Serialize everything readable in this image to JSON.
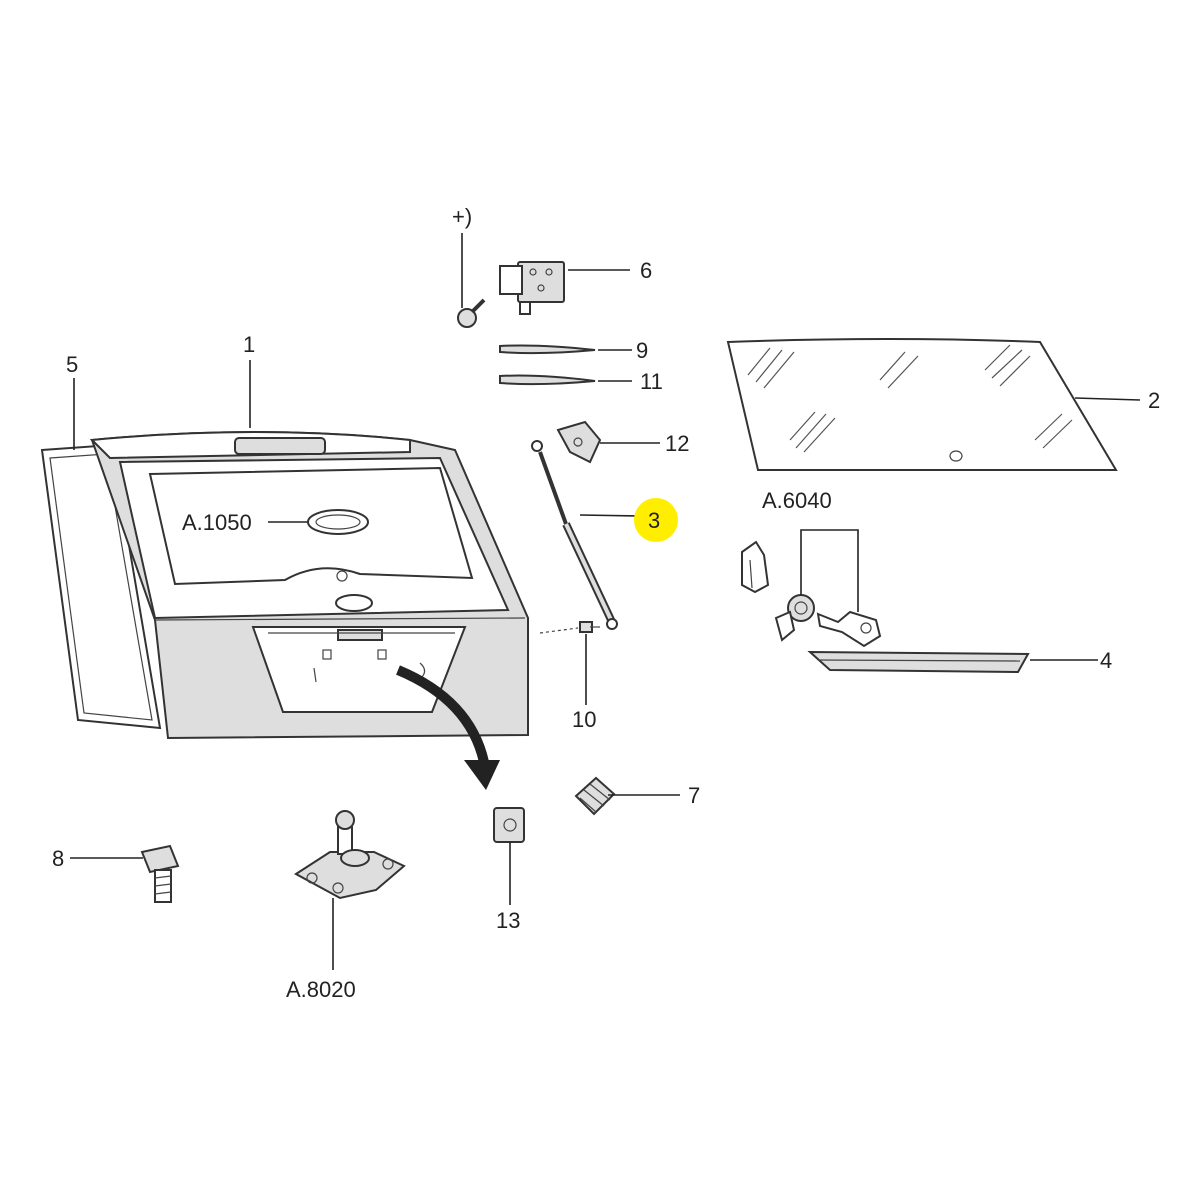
{
  "highlight_color": "#ffee00",
  "callouts": {
    "c1": "1",
    "c2": "2",
    "c3": "3",
    "c4": "4",
    "c5": "5",
    "c6": "6",
    "c7": "7",
    "c8": "8",
    "c9": "9",
    "c10": "10",
    "c11": "11",
    "c12": "12",
    "c13": "13",
    "a1050": "A.1050",
    "a6040": "A.6040",
    "a8020": "A.8020",
    "plus_note": "+)"
  }
}
